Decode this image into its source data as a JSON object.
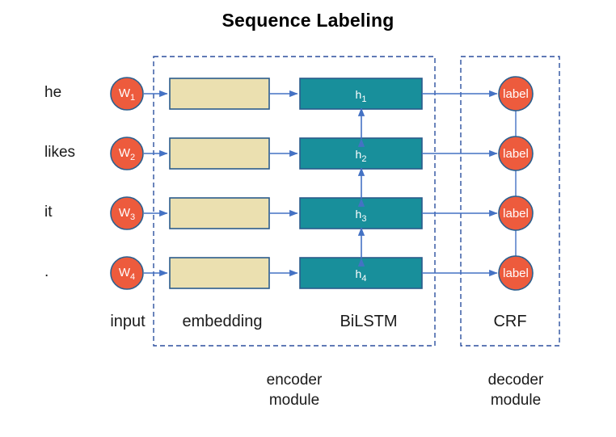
{
  "title": "Sequence Labeling",
  "colors": {
    "node_fill": "#ed5b3d",
    "node_stroke": "#2c5f8e",
    "embedding_fill": "#ebe0b0",
    "embedding_stroke": "#2b5b8c",
    "bilstm_fill": "#188f9b",
    "bilstm_stroke": "#2b5b8c",
    "arrow": "#4472c4",
    "dashed_box": "#2b4f9e",
    "text": "#1a1a1a"
  },
  "rows": [
    {
      "word": "he",
      "token": "W",
      "token_index": "1",
      "hidden": "h",
      "hidden_index": "1",
      "label": "label"
    },
    {
      "word": "likes",
      "token": "W",
      "token_index": "2",
      "hidden": "h",
      "hidden_index": "2",
      "label": "label"
    },
    {
      "word": "it",
      "token": "W",
      "token_index": "3",
      "hidden": "h",
      "hidden_index": "3",
      "label": "label"
    },
    {
      "word": ".",
      "token": "W",
      "token_index": "4",
      "hidden": "h",
      "hidden_index": "4",
      "label": "label"
    }
  ],
  "column_captions": {
    "input": "input",
    "embedding": "embedding",
    "bilstm": "BiLSTM",
    "crf": "CRF"
  },
  "module_captions": {
    "encoder": "encoder\nmodule",
    "encoder_line1": "encoder",
    "encoder_line2": "module",
    "decoder": "decoder\nmodule",
    "decoder_line1": "decoder",
    "decoder_line2": "module"
  }
}
